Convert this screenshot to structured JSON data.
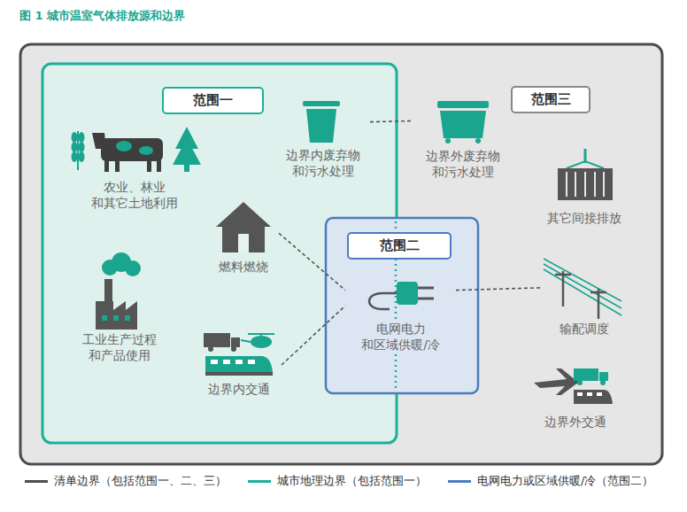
{
  "diagram": {
    "title": "图 1 城市温室气体排放源和边界",
    "nodes": [
      {
        "text": [
          "范围三"
        ]
      },
      {
        "text": [
          "范围一"
        ],
        "in": 0
      },
      {
        "text": [
          "农业、林业 和其它土地利用"
        ],
        "in": 1
      },
      {
        "text": [
          "边界内废弃物 和污水处理"
        ],
        "in": 1
      },
      {
        "text": [
          "燃料燃烧"
        ],
        "in": 1
      },
      {
        "text": [
          "工业生产过程 和产品使用"
        ],
        "in": 1
      },
      {
        "text": [
          "边界内交通"
        ],
        "in": 1
      },
      {
        "text": [
          "范围二"
        ],
        "in": 0
      },
      {
        "text": [
          "电网电力 和区域供暖/冷"
        ],
        "in": 7
      },
      {
        "text": [
          "边界外废弃物 和污水处理"
        ],
        "in": 0
      },
      {
        "text": [
          "其它间接排放"
        ],
        "in": 0
      },
      {
        "text": [
          "输配调度"
        ],
        "in": 0
      },
      {
        "text": [
          "边界外交通"
        ],
        "in": 0
      }
    ],
    "edges": [
      {
        "from": 3,
        "to": 9,
        "arrow": "none"
      },
      {
        "from": 4,
        "to": 8,
        "arrow": "none"
      },
      {
        "from": 6,
        "to": 8,
        "arrow": "none"
      },
      {
        "from": 8,
        "to": 11,
        "arrow": "none"
      }
    ],
    "legend": [
      {
        "text": "清单边界（包括范围一、二、三）"
      },
      {
        "text": "城市地理边界（包括范围一）"
      },
      {
        "text": "电网电力或区域供暖/冷（范围二）"
      }
    ]
  }
}
